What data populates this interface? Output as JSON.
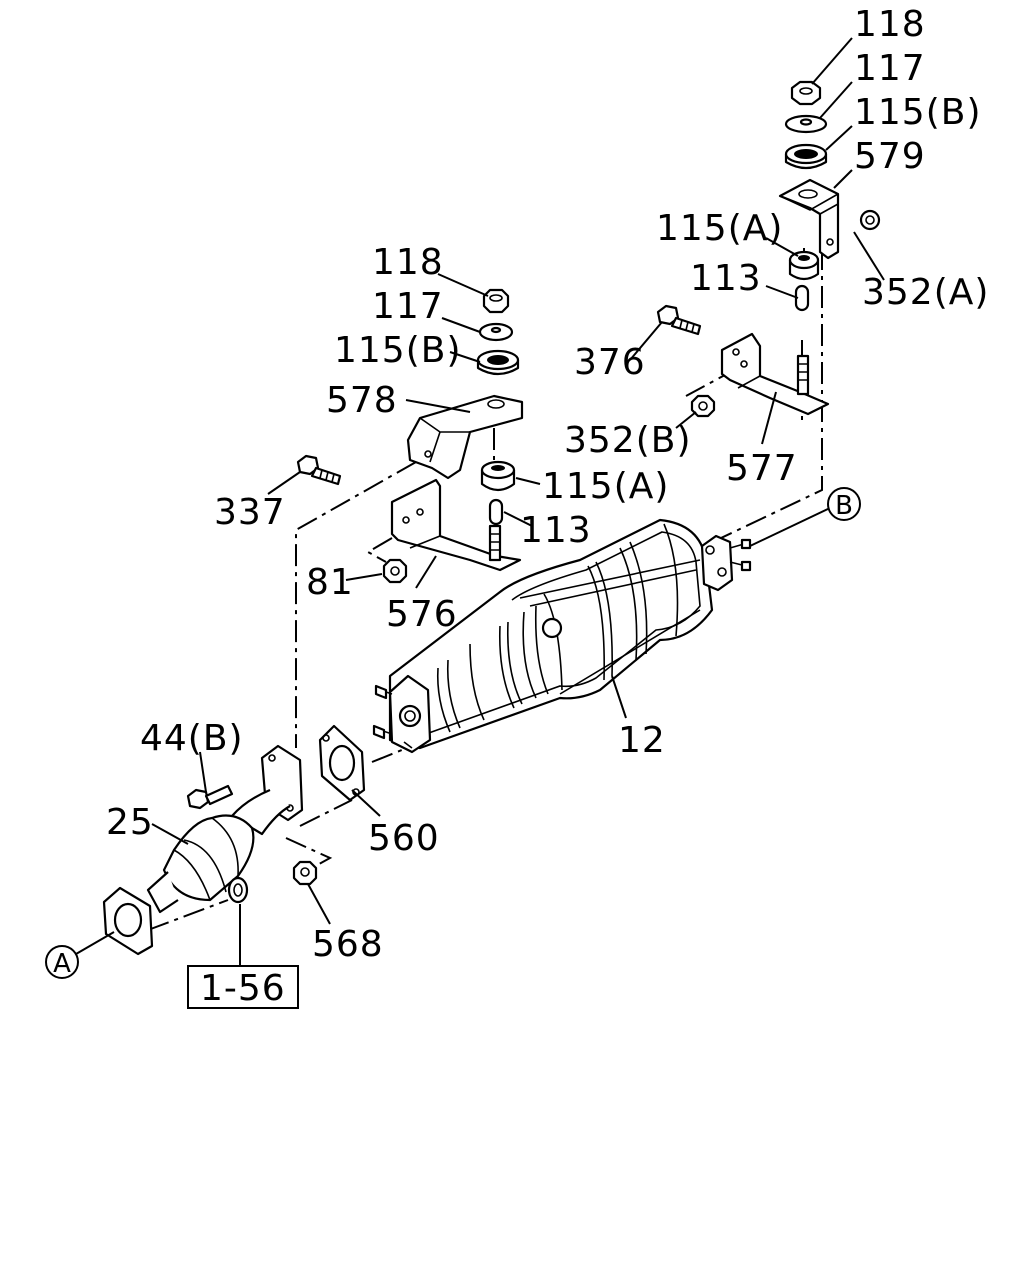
{
  "labels": {
    "p118_top": "118",
    "p117_top": "117",
    "p115b_top": "115(B)",
    "p579": "579",
    "p115a_top": "115(A)",
    "p113_top": "113",
    "p352a": "352(A)",
    "p376": "376",
    "p352b": "352(B)",
    "p577": "577",
    "p118_mid": "118",
    "p117_mid": "117",
    "p115b_mid": "115(B)",
    "p578": "578",
    "p337": "337",
    "p115a_mid": "115(A)",
    "p113_mid": "113",
    "p81": "81",
    "p576": "576",
    "p12": "12",
    "p44b": "44(B)",
    "p25": "25",
    "p560": "560",
    "p568": "568",
    "ref_box": "1-56",
    "conn_a": "A",
    "conn_b": "B"
  }
}
